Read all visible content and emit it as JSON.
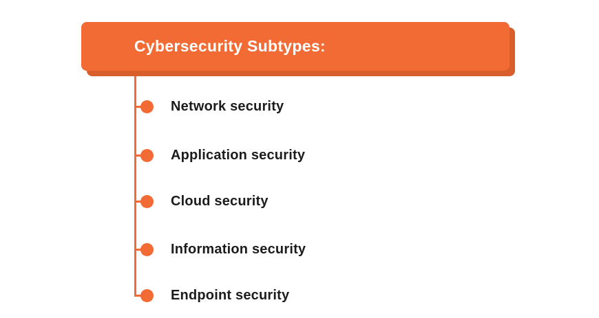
{
  "header": {
    "title": "Cybersecurity Subtypes:"
  },
  "items": [
    {
      "label": "Network security"
    },
    {
      "label": "Application security"
    },
    {
      "label": "Cloud security"
    },
    {
      "label": "Information security"
    },
    {
      "label": "Endpoint security"
    }
  ],
  "icons": {
    "bullet": "filled-circle-dot-icon"
  },
  "colors": {
    "accent": "#F26B35",
    "accent_shadow": "#D85E2C",
    "title_text": "#FFFFFF",
    "item_text": "#1C1C1C",
    "background": "#FFFFFF"
  }
}
